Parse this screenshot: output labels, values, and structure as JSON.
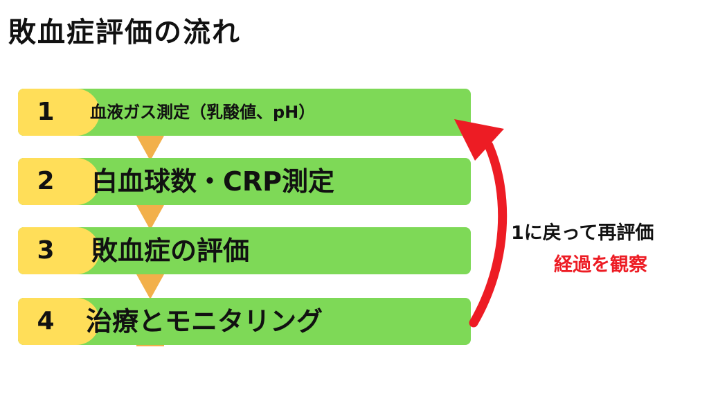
{
  "title": "敗血症評価の流れ",
  "steps": [
    {
      "number": "1",
      "label": "血液ガス測定（乳酸値、pH）"
    },
    {
      "number": "2",
      "label": "白血球数・CRP測定"
    },
    {
      "number": "3",
      "label": "敗血症の評価"
    },
    {
      "number": "4",
      "label": "治療とモニタリング"
    }
  ],
  "loop": {
    "line1": "1に戻って再評価",
    "line2": "経過を観察"
  },
  "colors": {
    "step_fill": "#7ed957",
    "badge_fill": "#ffde59",
    "connector": "#f2b04a",
    "arrow": "#ed1c24",
    "note_accent": "#ed1c24"
  }
}
